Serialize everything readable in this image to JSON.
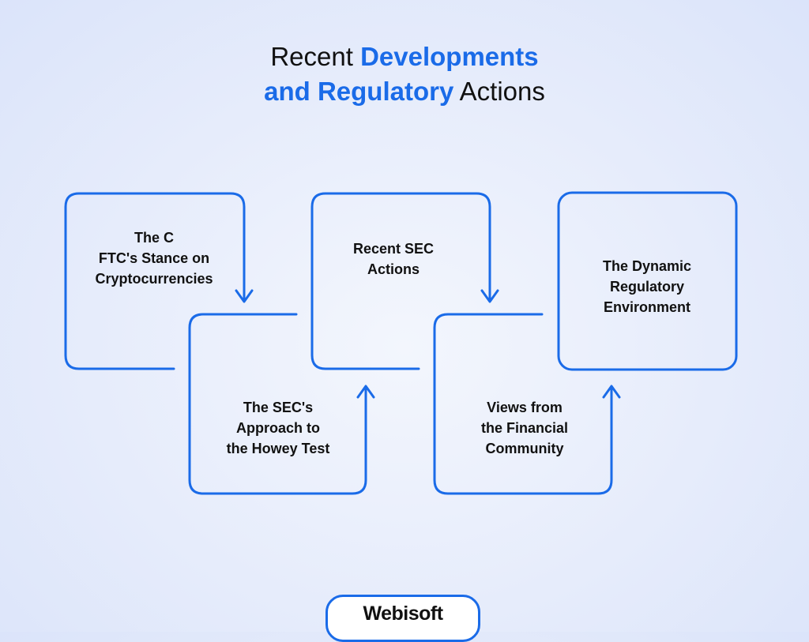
{
  "title": {
    "part1": "Recent ",
    "part2": "Developments",
    "part3": "and Regulatory",
    "part4": " Actions"
  },
  "nodes": [
    {
      "id": "ftc",
      "label": "The C\nFTC's Stance on\nCryptocurrencies"
    },
    {
      "id": "howey",
      "label": "The SEC's\nApproach to\nthe Howey Test"
    },
    {
      "id": "sec",
      "label": "Recent SEC\nActions"
    },
    {
      "id": "financial",
      "label": "Views from\nthe Financial\nCommunity"
    },
    {
      "id": "dynamic",
      "label": "The Dynamic\nRegulatory\nEnvironment"
    }
  ],
  "logo": {
    "text": "Webisoft"
  },
  "colors": {
    "accent": "#1a6be8",
    "text": "#111111"
  }
}
